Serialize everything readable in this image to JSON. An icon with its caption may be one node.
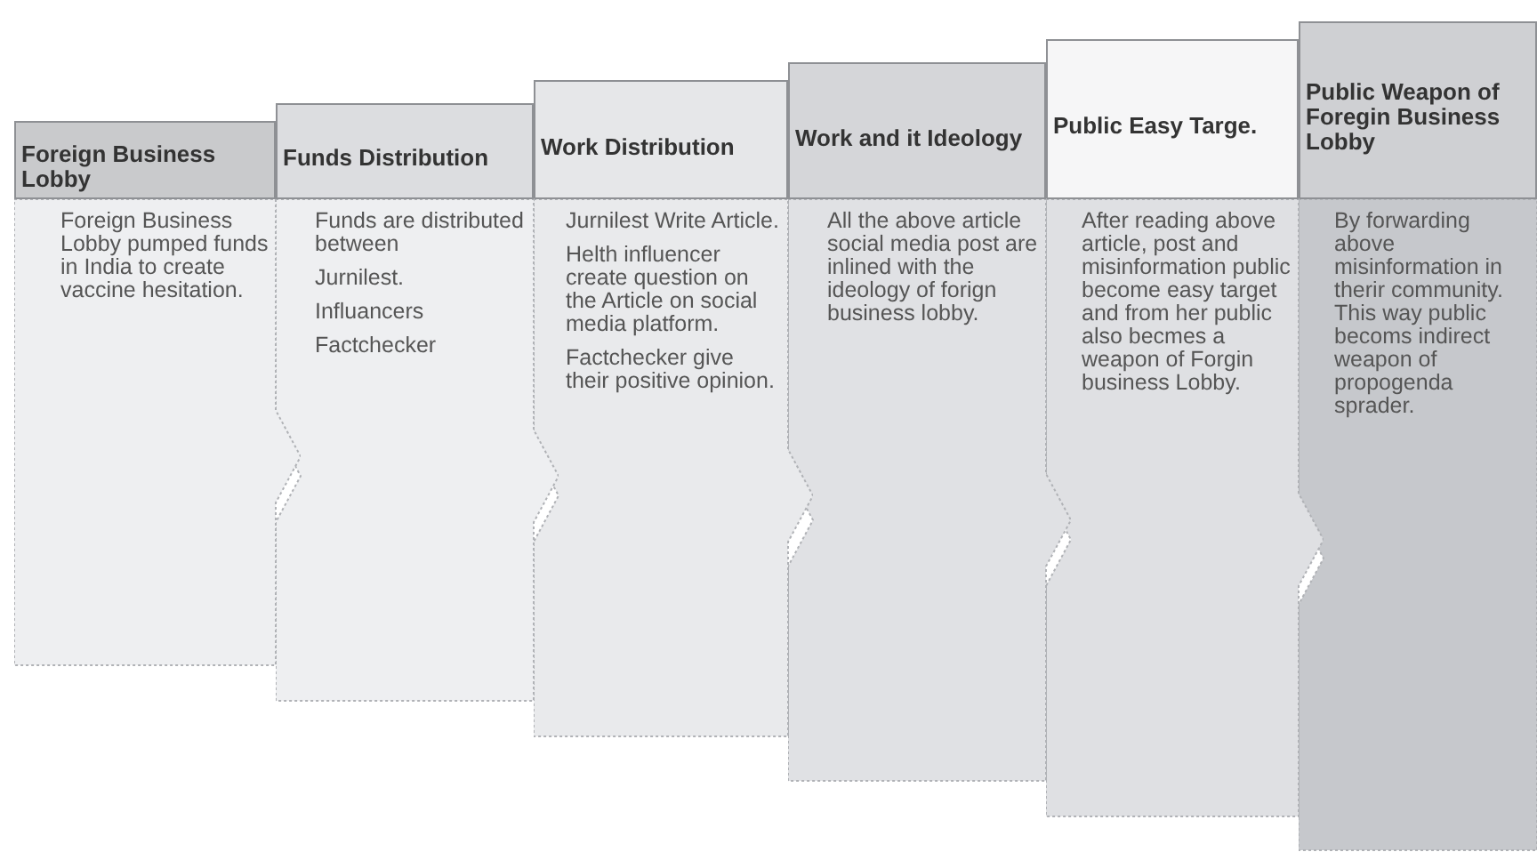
{
  "diagram": {
    "nodes": [
      {
        "text": [
          "Foreign Business Lobby",
          "Foreign Business Lobby pumped funds in India to create vaccine hesitation."
        ]
      },
      {
        "text": [
          "Funds Distribution",
          "Funds are distributed between",
          "Jurnilest.",
          "Influancers",
          "Factchecker"
        ]
      },
      {
        "text": [
          "Work Distribution",
          "Jurnilest Write Article.",
          "Helth influencer create question on the Article on social media platform.",
          "Factchecker give their positive opinion."
        ]
      },
      {
        "text": [
          "Work and it Ideology",
          "All the above article social media post are inlined with the ideology of forign business lobby."
        ]
      },
      {
        "text": [
          "Public Easy Targe.",
          "After reading above article, post and misinformation public become easy target and from her public also becmes a weapon of Forgin business Lobby."
        ]
      },
      {
        "text": [
          "Public Weapon of Foregin Business Lobby",
          "By forwarding above misinformation in therir community. This way public becoms indirect weapon of propogenda sprader."
        ]
      }
    ]
  }
}
